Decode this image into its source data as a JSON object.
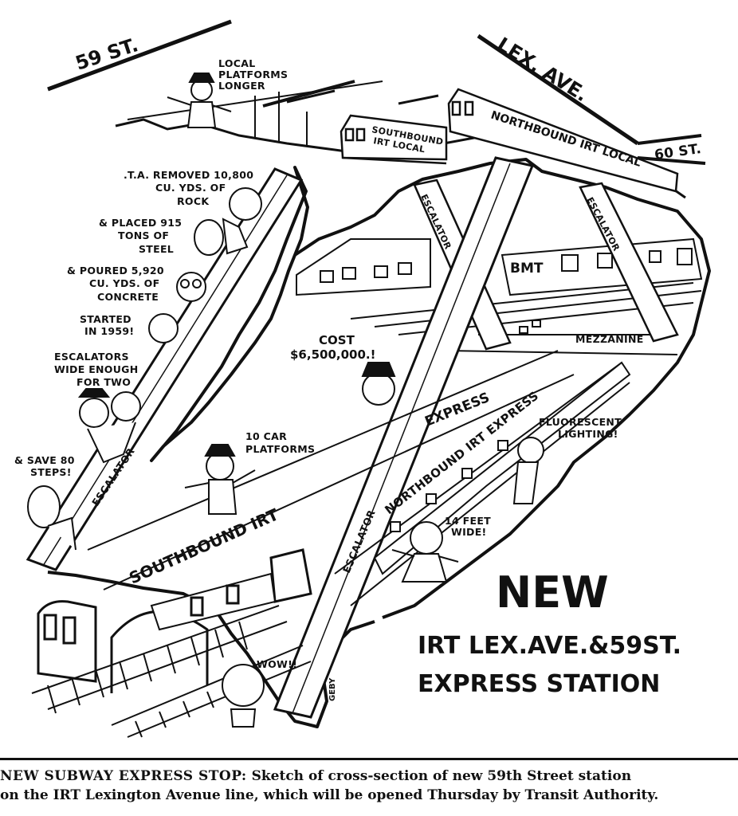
{
  "streets": {
    "s59": "59 ST.",
    "lex": "LEX. AVE.",
    "s60": "60 ST."
  },
  "trains": {
    "sb_local": [
      "SOUTHBOUND",
      "IRT LOCAL"
    ],
    "nb_local": "NORTHBOUND IRT LOCAL"
  },
  "notes": {
    "local_platforms": [
      "LOCAL",
      "PLATFORMS",
      "LONGER"
    ],
    "removed": [
      ".T.A. REMOVED 10,800",
      "CU. YDS. OF",
      "ROCK"
    ],
    "steel": [
      "& PLACED 915",
      "TONS OF",
      "STEEL"
    ],
    "concrete": [
      "& POURED 5,920",
      "CU. YDS. OF",
      "CONCRETE"
    ],
    "started": [
      "STARTED",
      "IN 1959!"
    ],
    "escalators_wide": [
      "ESCALATORS",
      "WIDE ENOUGH",
      "FOR TWO"
    ],
    "save_steps": [
      "& SAVE 80",
      "STEPS!"
    ],
    "cost": [
      "COST",
      "$6,500,000.!"
    ],
    "car_platforms": [
      "10 CAR",
      "PLATFORMS"
    ],
    "fluorescent": [
      "FLUORESCENT",
      "LIGHTING!"
    ],
    "feet_wide": [
      "14 FEET",
      "WIDE!"
    ],
    "wow": "WOW!!"
  },
  "areas": {
    "bmt": "BMT",
    "mezzanine": "MEZZANINE",
    "escalator": "ESCALATOR"
  },
  "platforms": {
    "southbound": "SOUTHBOUND IRT",
    "express": "EXPRESS",
    "northbound_express": "NORTHBOUND IRT EXPRESS"
  },
  "headline": {
    "line1": "NEW",
    "line2": "IRT LEX.AVE.&59ST.",
    "line3": "EXPRESS STATION"
  },
  "signature": "GEBY",
  "caption": {
    "lead": "NEW SUBWAY EXPRESS STOP:",
    "text1": " Sketch of cross-section of new 59th Street station",
    "text2": "on the IRT Lexington Avenue line, which will be opened Thursday by Transit Authority."
  }
}
